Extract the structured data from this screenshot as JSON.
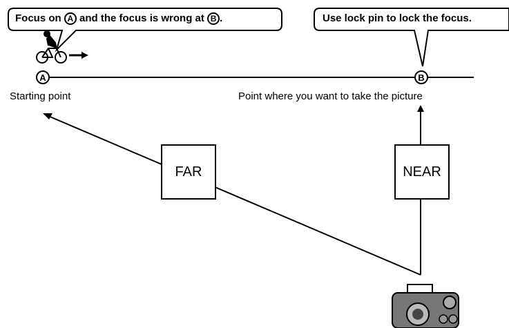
{
  "callout_left": {
    "prefix": "Focus on",
    "point_a": "A",
    "middle": "and the focus is wrong at",
    "point_b": "B",
    "suffix": "."
  },
  "callout_right": "Use lock pin to lock the focus.",
  "markers": {
    "a": "A",
    "b": "B"
  },
  "labels": {
    "starting_point": "Starting point",
    "target_point": "Point where you want to take the picture"
  },
  "boxes": {
    "far": "FAR",
    "near": "NEAR"
  }
}
